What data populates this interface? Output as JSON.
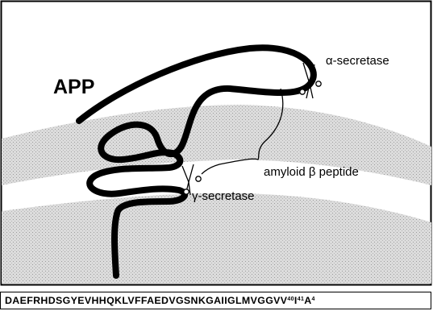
{
  "diagram": {
    "protein_label": "APP",
    "alpha_label": "α-secretase",
    "gamma_label": "γ-secretase",
    "peptide_label": "amyloid β peptide"
  },
  "sequence": {
    "main": "DAEFRHDSGYEVHHQKLVFFAEDVGSNKGAIIGLMVGGVV",
    "residue_40_number": "40",
    "residue_41": "I",
    "residue_41_number": "41",
    "residue_42": "A",
    "residue_42_number": "4"
  }
}
